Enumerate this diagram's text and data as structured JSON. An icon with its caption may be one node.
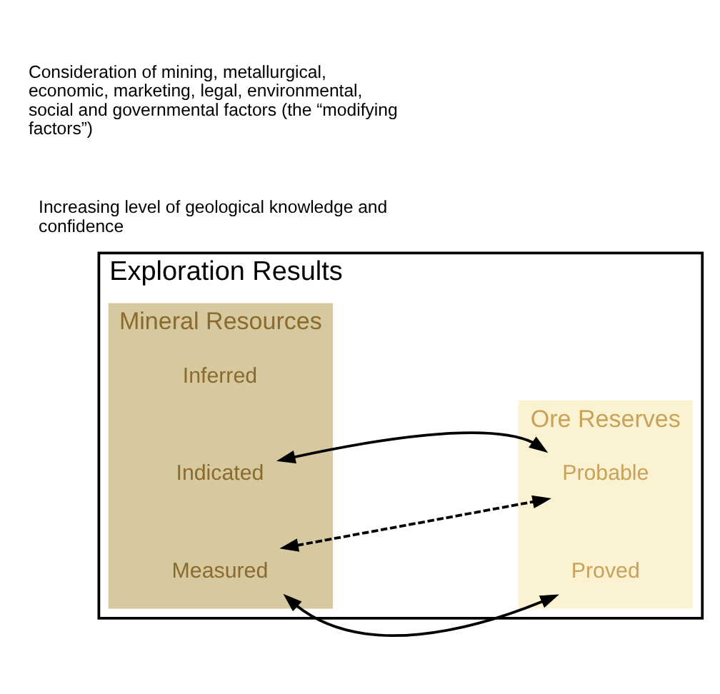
{
  "diagram": {
    "nodes": [
      {
        "text": [
          "Exploration Results"
        ]
      },
      {
        "text": [
          "Mineral Resources"
        ],
        "in": 0
      },
      {
        "text": [
          "Ore Reserves"
        ],
        "in": 0
      },
      {
        "text": [
          "Inferred"
        ],
        "in": 1
      },
      {
        "text": [
          "Indicated"
        ],
        "in": 1
      },
      {
        "text": [
          "Measured"
        ],
        "in": 1
      },
      {
        "text": [
          "Probable"
        ],
        "in": 2
      },
      {
        "text": [
          "Proved"
        ],
        "in": 2
      }
    ],
    "edges": [
      {
        "from": 4,
        "to": 6,
        "arrow": "both"
      },
      {
        "from": 5,
        "to": 6,
        "arrow": "both",
        "style": "dashed"
      },
      {
        "from": 5,
        "to": 7,
        "arrow": "both"
      }
    ],
    "labels": [
      "Increasing level of geological knowledge and confidence",
      "Consideration of mining, metallurgical, economic, marketing, legal, environmental, social and governmental factors (the “modifying factors”)"
    ]
  }
}
